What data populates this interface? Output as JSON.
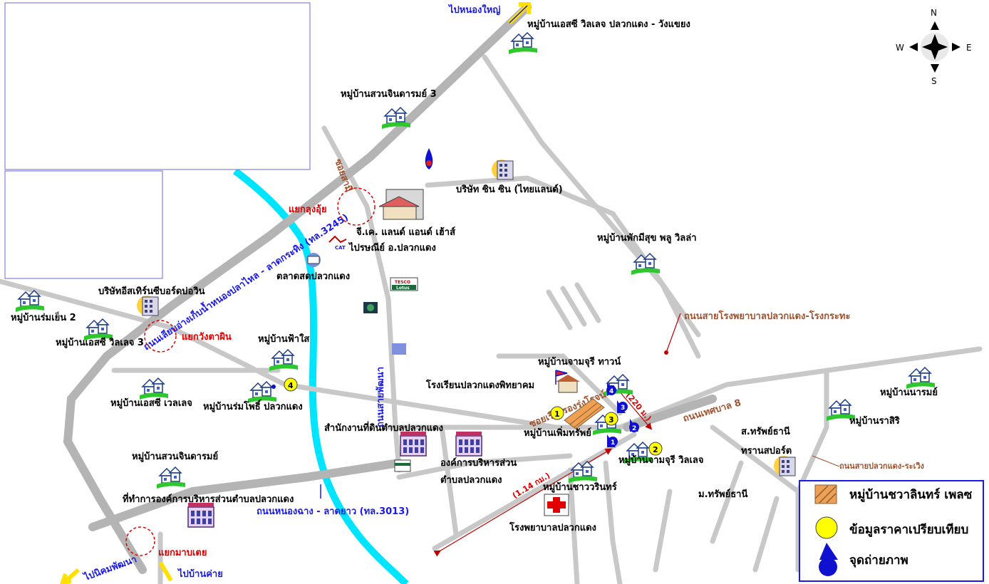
{
  "directions": {
    "north_dest": "ไปหนองใหญ่",
    "sw_dest": "ไปนิคมพัฒนา",
    "south_dest": "ไปบ้านค่าย"
  },
  "villages": [
    "หมู่บ้านเอสซี วิลเลจ ปลวกแดง - วังแขยง",
    "หมู่บ้านสวนจินดารมย์ 3",
    "หมู่บ้านพักมีสุข พลู วิลล่า",
    "หมู่บ้านร่มเย็น 2",
    "หมู่บ้านเอสซี วิลเลจ 3",
    "หมู่บ้านฟ้าใส",
    "หมู่บ้านเอสซี เวลเลจ",
    "หมู่บ้านร่มโพธิ์ ปลวกแดง",
    "หมู่บ้านสวนจินดารมย์",
    "หมู่บ้านจามจุรี ทาวน์",
    "หมู่บ้านเพิ่มทรัพย์",
    "หมู่บ้านจามจุรี วิลเลจ",
    "หมู่บ้านชาววรินทร์",
    "หมู่บ้านนารมย์",
    "หมู่บ้านราสิริ",
    "ม.ทรัพย์ธานี"
  ],
  "places": {
    "company_sinsin": "บริษัท ซิน ซิน (ไทยแลนด์)",
    "jk_land": "จี.เค. แลนด์ แอนด์ เฮ้าส์",
    "post_office": "ไปรษณีย์ อ.ปลวกแดง",
    "market": "ตลาดสดปลวกแดง",
    "eastern_seaboard": "บริษัทอีสเทิร์นซีบอร์ดบ่อวิน",
    "school": "โรงเรียนปลวกแดงพิทยาคม",
    "land_office": "สำนักงานที่ดินตำบลปลวกแดง",
    "sao_line1": "องค์การบริหารส่วน",
    "sao_line2": "ตำบลปลวกแดง",
    "sao_office": "ที่ทำการองค์การบริหารส่วนตำบลปลวกแดง",
    "hospital": "โรงพยาบาลปลวกแดง",
    "sap_thani_line1": "ส.ทรัพย์ธานี",
    "sap_thani_line2": "ทรานสปอร์ต",
    "tesco_line1": "TESCO",
    "tesco_line2": "Lotus"
  },
  "roads": {
    "rd3245": "ถนนเลียบอ่างเก็บน้ำหนองปลาไหล - ลาดกระทิง (ทล.3245)",
    "rd3013": "ถนนหนองฉาง - ลาดยาว (ทล.3013)",
    "rd_thetsaban8": "ถนนเทศบาล 8",
    "rd_hospital": "ถนนสายโรงพยาบาลปลวกแดง-โรงกระทะ",
    "rd_rawoeng": "ถนนสายปลวกแดง-ระเวิง",
    "rd_saipattana": "ถนนสายพัฒนา",
    "soi_ruangrong": "ซอยเรืองรองรุ่งโรจน์",
    "soi_sami": "ซอยสามี"
  },
  "junctions": {
    "lung_ui": "แยกลุงอุ้ย",
    "wang_ta_phin": "แยกวังตาผิน",
    "map_toei": "แยกมาบเตย"
  },
  "distances": {
    "d220": "(220 ม.)",
    "d114": "(1.14 กม.)"
  },
  "markers": [
    "1",
    "2",
    "3",
    "4"
  ],
  "compass": {
    "n": "N",
    "s": "S",
    "e": "E",
    "w": "W"
  },
  "legend": {
    "project": "หมู่บ้านชวาลินทร์ เพลซ",
    "price_compare": "ข้อมูลราคาเปรียบเทียบ",
    "photo_point": "จุดถ่ายภาพ"
  },
  "colors": {
    "road": "#c8c8c8",
    "main_road": "#b4b4b4",
    "river": "#00e5ff",
    "marker_yellow": "#ffff00",
    "marker_blue": "#1010d0",
    "project_orange": "#f0a050",
    "label_blue": "#1a1ae6",
    "label_red": "#e00000",
    "label_brown": "#a0522d"
  }
}
